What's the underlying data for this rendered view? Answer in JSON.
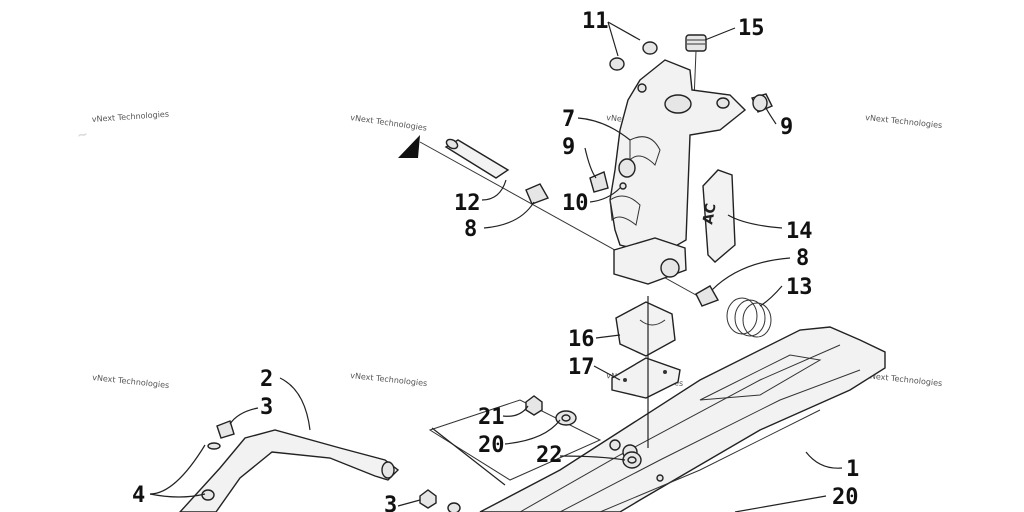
{
  "watermark": {
    "text": "vNext Technologies"
  },
  "callouts": {
    "c11": "11",
    "c15": "15",
    "c7": "7",
    "c9a": "9",
    "c9b": "9",
    "c12": "12",
    "c10": "10",
    "c8a": "8",
    "c14": "14",
    "c8b": "8",
    "c13": "13",
    "c16": "16",
    "c17": "17",
    "c2": "2",
    "c3a": "3",
    "c21": "21",
    "c20a": "20",
    "c22": "22",
    "c1": "1",
    "c4": "4",
    "c20b": "20",
    "c3b": "3"
  },
  "decal_text": "AC"
}
